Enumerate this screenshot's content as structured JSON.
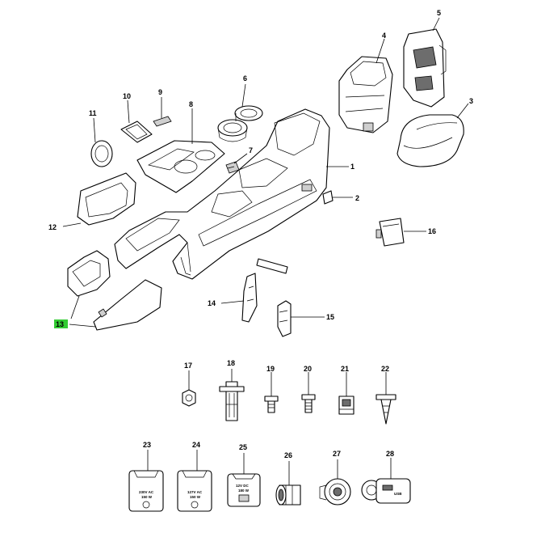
{
  "highlight_color": "#33cc33",
  "callouts": {
    "c1": "1",
    "c2": "2",
    "c3": "3",
    "c4": "4",
    "c5": "5",
    "c6": "6",
    "c7": "7",
    "c8": "8",
    "c9": "9",
    "c10": "10",
    "c11": "11",
    "c12": "12",
    "c13": "13",
    "c14": "14",
    "c15": "15",
    "c16": "16",
    "c17": "17",
    "c18": "18",
    "c19": "19",
    "c20": "20",
    "c21": "21",
    "c22": "22",
    "c23": "23",
    "c24": "24",
    "c25": "25",
    "c26": "26",
    "c27": "27",
    "c28": "28"
  },
  "outlet_labels": {
    "p23_line1": "230V AC",
    "p23_line2": "150 W",
    "p24_line1": "127V AC",
    "p24_line2": "150 W",
    "p25_line1": "12V DC",
    "p25_line2": "180 W",
    "p28_line1": "USB"
  }
}
